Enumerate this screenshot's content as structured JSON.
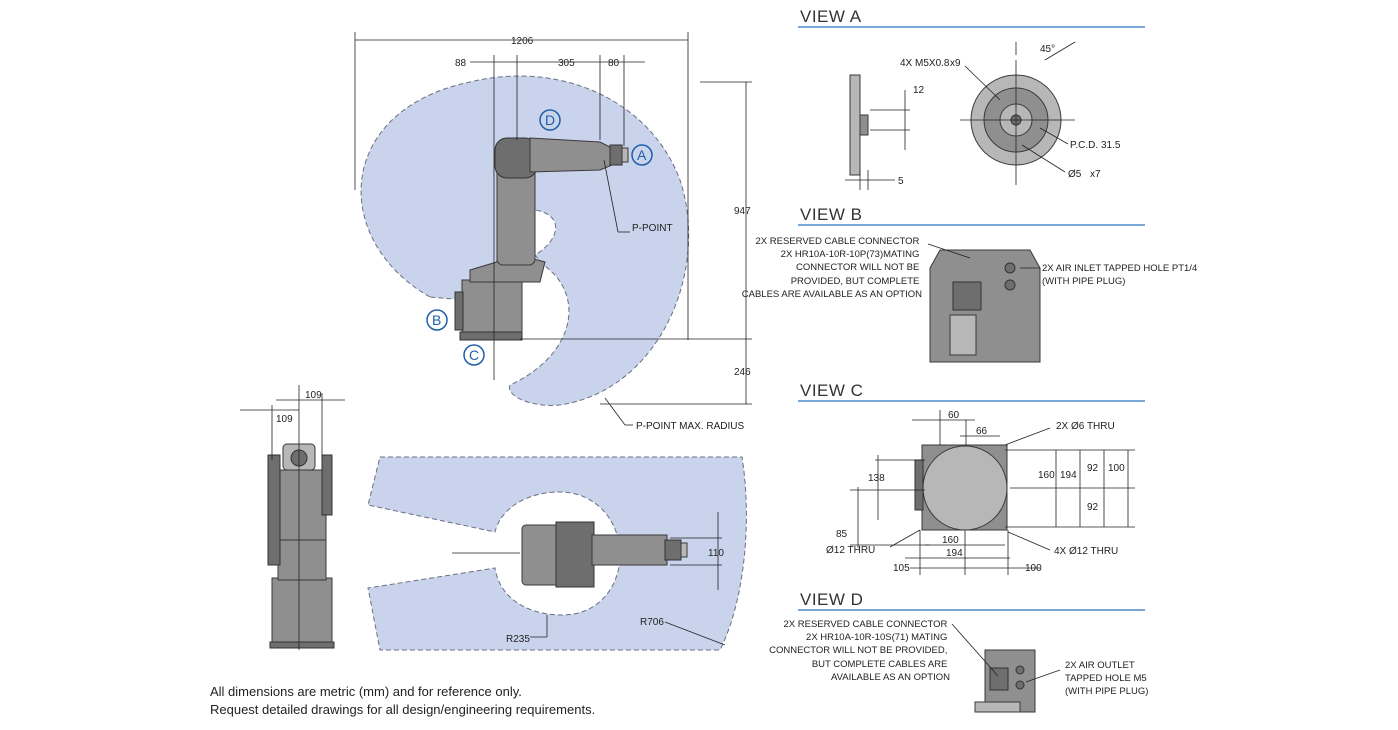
{
  "views": {
    "a": "VIEW A",
    "b": "VIEW B",
    "c": "VIEW C",
    "d": "VIEW D"
  },
  "callouts": {
    "a": "A",
    "b": "B",
    "c": "C",
    "d": "D"
  },
  "side_view": {
    "overall_width": "1206",
    "dim_88": "88",
    "dim_305": "305",
    "dim_80": "80",
    "height_947": "947",
    "height_246": "246",
    "p_point": "P-POINT",
    "p_point_max_radius": "P-POINT MAX. RADIUS"
  },
  "front_view": {
    "dim_109_top": "109",
    "dim_109_left": "109"
  },
  "top_view": {
    "dim_110": "110",
    "r235": "R235",
    "r706": "R706"
  },
  "view_a": {
    "m5": "4X M5X0.8",
    "x9": "x9",
    "dim_12": "12",
    "dim_5": "5",
    "angle_45": "45°",
    "pcd": "P.C.D. 31.5",
    "phi5": "Ø5",
    "x7": "x7"
  },
  "view_b": {
    "cable_lines": [
      "2X RESERVED CABLE CONNECTOR",
      "2X HR10A-10R-10P(73)MATING",
      "CONNECTOR WILL NOT BE",
      "PROVIDED, BUT COMPLETE",
      "CABLES ARE AVAILABLE AS AN OPTION"
    ],
    "air_lines": [
      "2X AIR INLET TAPPED HOLE PT1/4",
      "(WITH PIPE PLUG)"
    ]
  },
  "view_c": {
    "d60": "60",
    "d66": "66",
    "phi6": "2X Ø6 THRU",
    "d138": "138",
    "d160v": "160",
    "d194v": "194",
    "d92a": "92",
    "d100v": "100",
    "d92b": "92",
    "d85": "85",
    "phi12a": "Ø12 THRU",
    "d160h": "160",
    "d194h": "194",
    "phi12b": "4X Ø12 THRU",
    "d105": "105",
    "d100h": "100"
  },
  "view_d": {
    "cable_lines": [
      "2X RESERVED CABLE CONNECTOR",
      "2X HR10A-10R-10S(71) MATING",
      "CONNECTOR WILL NOT BE PROVIDED,",
      "BUT COMPLETE CABLES ARE",
      "AVAILABLE AS AN OPTION"
    ],
    "air_lines": [
      "2X AIR OUTLET",
      "TAPPED HOLE M5",
      "(WITH PIPE PLUG)"
    ]
  },
  "footnote": {
    "line1": "All dimensions are metric (mm) and for reference only.",
    "line2": "Request detailed drawings for all design/engineering requirements."
  }
}
